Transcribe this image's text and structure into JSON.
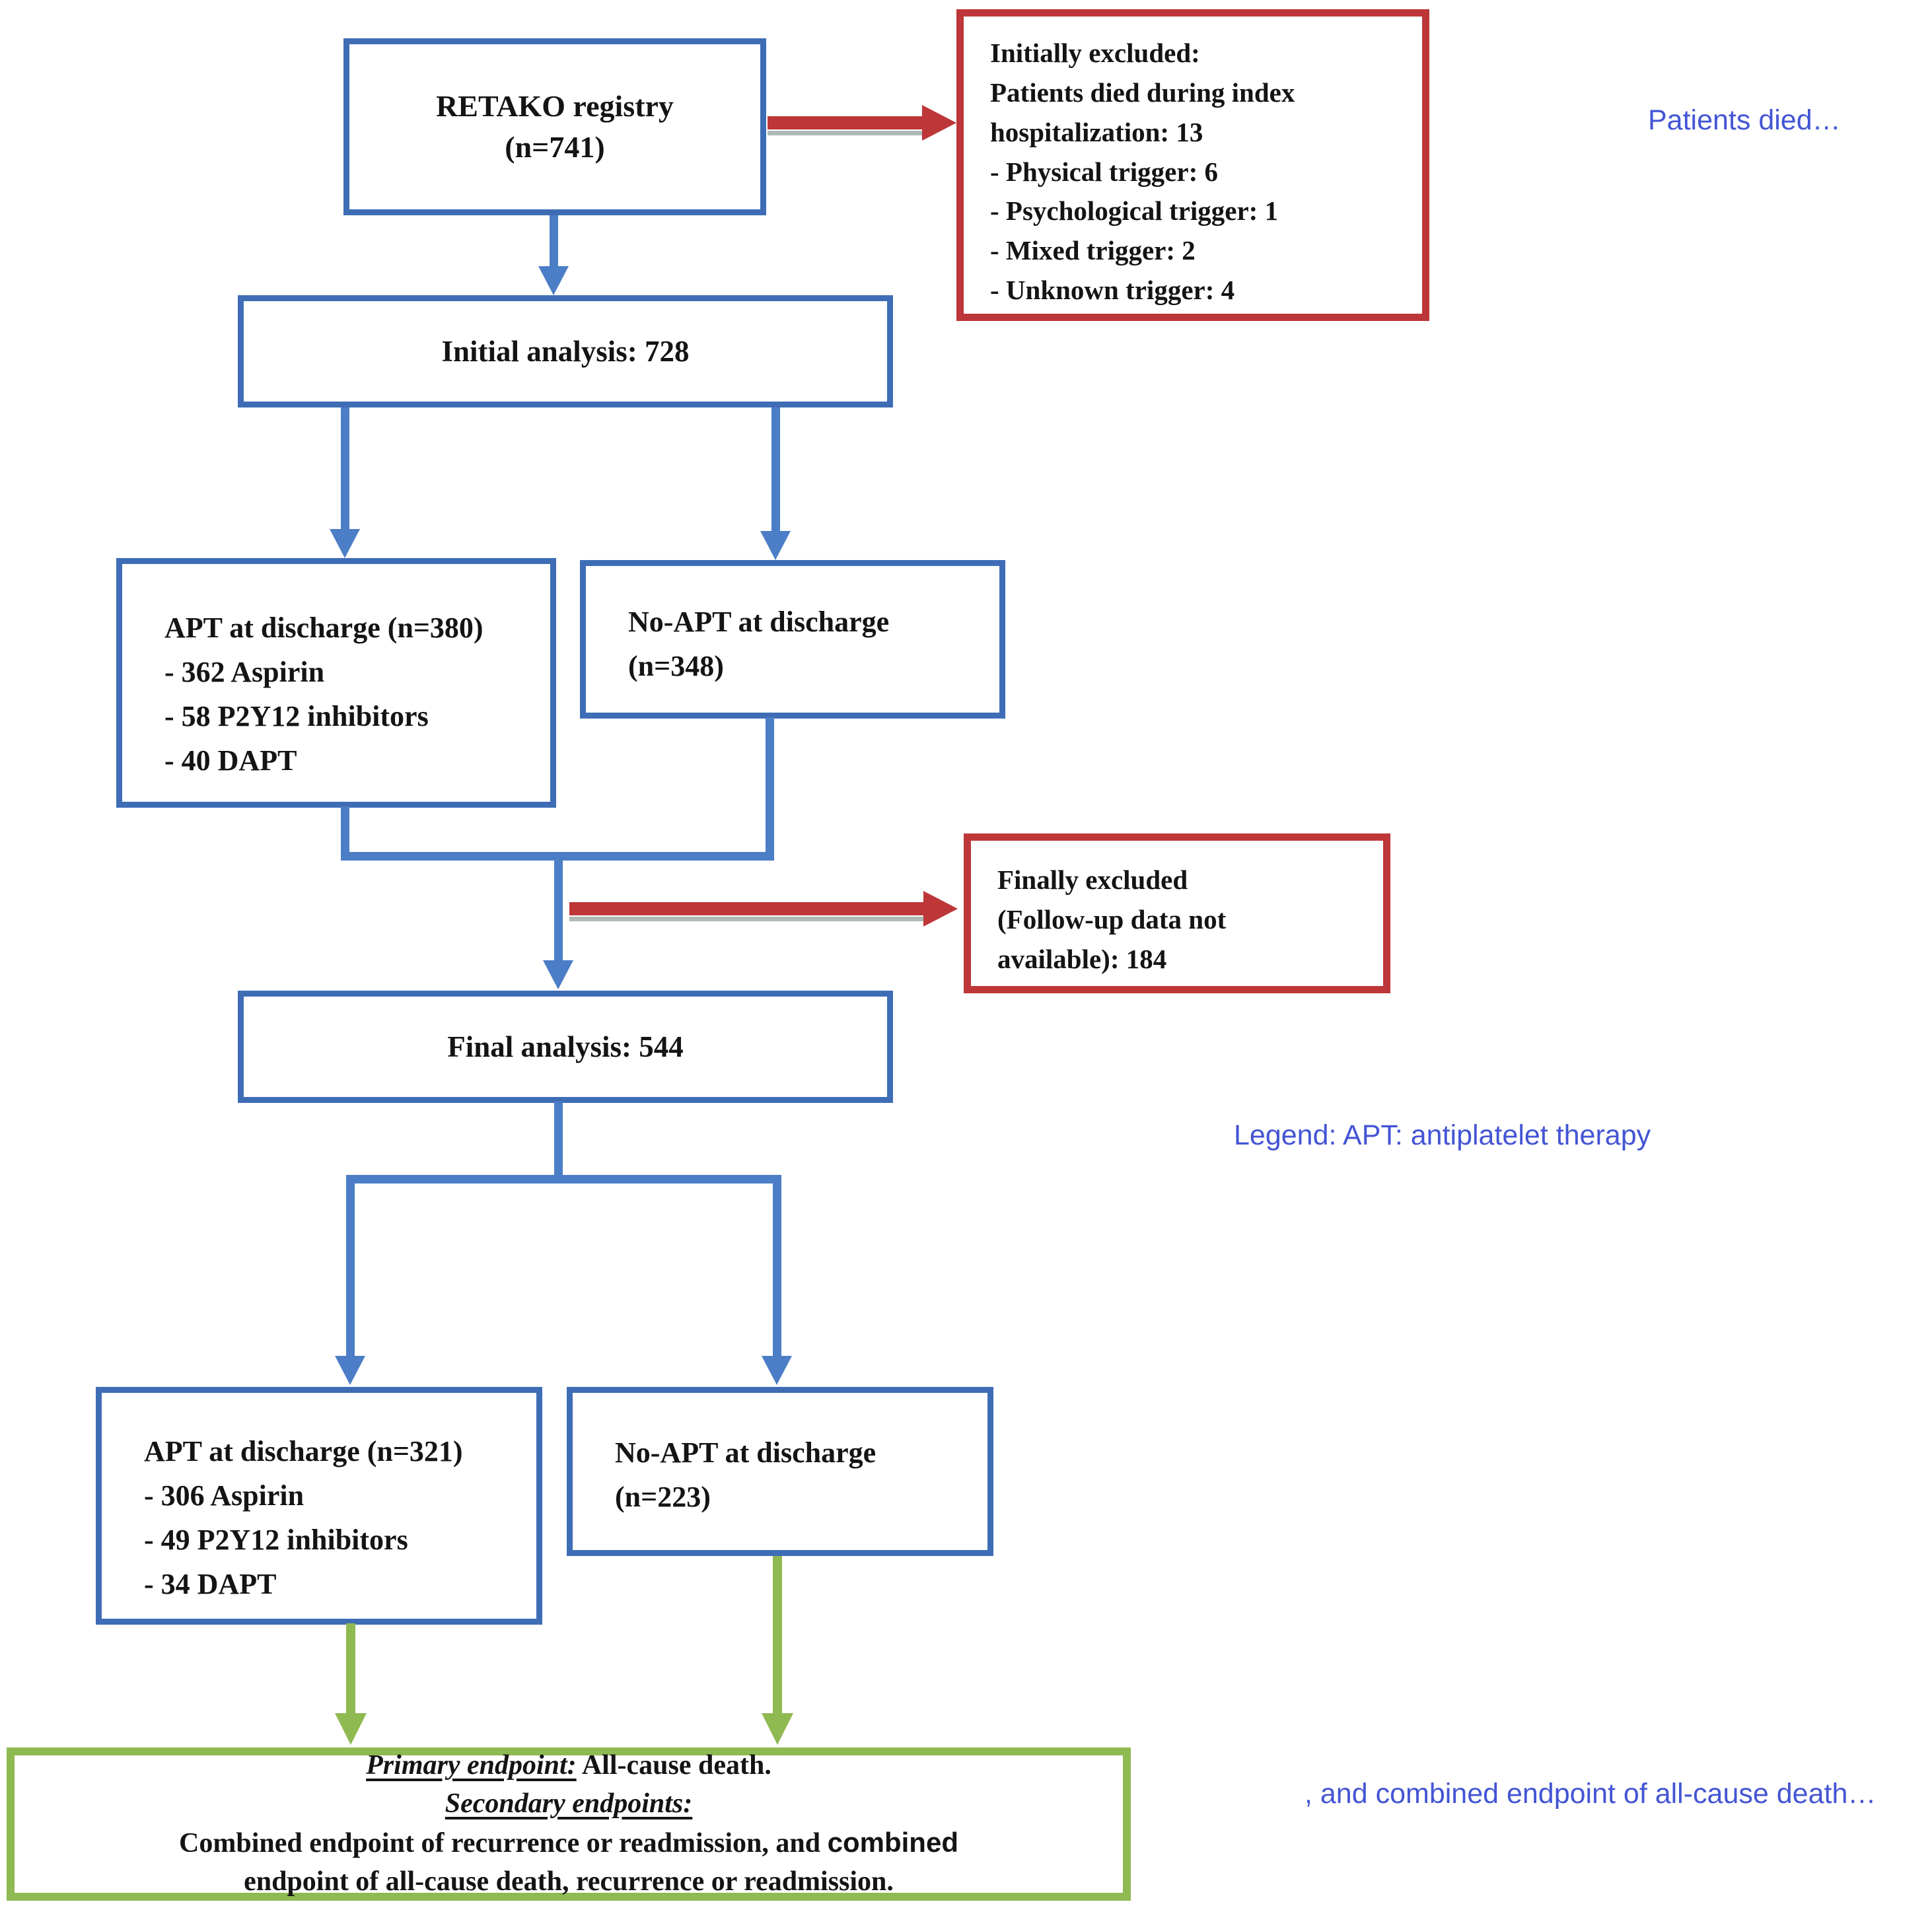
{
  "colors": {
    "box-border-blue": "#3e6db6",
    "arrow-blue": "#4b7ec6",
    "box-border-red": "#bd3638",
    "arrow-red": "#bd3638",
    "box-border-green": "#8fb951",
    "arrow-green": "#8fb951",
    "note-blue": "#4355d4",
    "text-black": "#141414",
    "shadow-gray": "#aeb9b3"
  },
  "boxes": {
    "retako": {
      "line1": "RETAKO registry",
      "line2": "(n=741)"
    },
    "initially_excluded": {
      "lines": [
        "Initially excluded:",
        "Patients died during index",
        "hospitalization: 13",
        "- Physical trigger: 6",
        "- Psychological trigger: 1",
        "- Mixed trigger: 2",
        "- Unknown trigger: 4"
      ]
    },
    "initial_analysis": {
      "label": "Initial analysis: 728"
    },
    "apt_discharge_1": {
      "lines": [
        "APT at discharge (n=380)",
        "- 362 Aspirin",
        "- 58 P2Y12 inhibitors",
        "- 40 DAPT"
      ]
    },
    "no_apt_discharge_1": {
      "lines": [
        "No-APT at discharge",
        "(n=348)"
      ]
    },
    "finally_excluded": {
      "lines": [
        "Finally excluded",
        "(Follow-up data not",
        "available): 184"
      ]
    },
    "final_analysis": {
      "label": "Final analysis: 544"
    },
    "apt_discharge_2": {
      "lines": [
        "APT at discharge (n=321)",
        "- 306 Aspirin",
        "- 49 P2Y12 inhibitors",
        "- 34 DAPT"
      ]
    },
    "no_apt_discharge_2": {
      "lines": [
        "No-APT at discharge",
        "(n=223)"
      ]
    },
    "endpoints": {
      "primary_label": "Primary endpoint:",
      "primary_value": " All-cause death.",
      "secondary_label": "Secondary endpoints:",
      "secondary_line1_serif": "Combined endpoint of recurrence or readmission, and ",
      "secondary_line1_sans": "combined",
      "secondary_line2": "endpoint of all-cause death, recurrence or readmission."
    }
  },
  "notes": {
    "patients_died": "Patients died…",
    "legend": "Legend: APT: antiplatelet therapy",
    "bottom": ", and combined endpoint of all-cause death…"
  }
}
